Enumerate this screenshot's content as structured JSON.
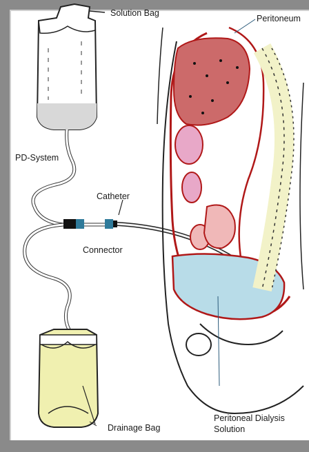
{
  "labels": {
    "solution_bag": "Solution Bag",
    "peritoneum": "Peritoneum",
    "pd_system": "PD-System",
    "catheter": "Catheter",
    "connector": "Connector",
    "peritoneal_dialysis_line1": "Peritoneal Dialysis",
    "peritoneal_dialysis_line2": "Solution",
    "drainage_bag": "Drainage Bag"
  },
  "colors": {
    "frame": "#8a8a8a",
    "liver": "#cc6a6a",
    "organ_outline": "#b01818",
    "kidney": "#e8a8c8",
    "dialysate": "#b8dce8",
    "bladder": "#f0b8b8",
    "spine": "#f2f2c8",
    "drain_fluid": "#f0f0b0",
    "connector_dark": "#111111",
    "connector_blue": "#2f7a9a"
  }
}
